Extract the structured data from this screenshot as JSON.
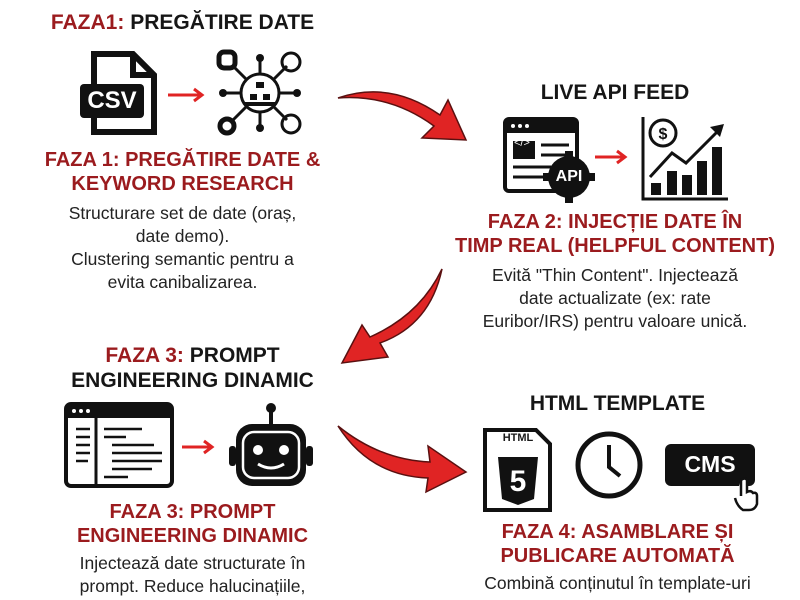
{
  "phase1": {
    "header_prefix": "FAZA1:",
    "header_rest": "PREGĂTIRE DATE",
    "csv_label": "CSV",
    "title_line1": "FAZA 1: PREGĂTIRE DATE &",
    "title_line2": "KEYWORD RESEARCH",
    "body": [
      "Structurare set de date (oraș,",
      "date demo).",
      "Clustering semantic pentru a",
      "evita canibalizarea."
    ]
  },
  "phase2": {
    "header": "LIVE API FEED",
    "api_label": "API",
    "code_label": "</>",
    "title_line1": "FAZA 2: INJECȚIE DATE ÎN",
    "title_line2": "TIMP REAL (HELPFUL CONTENT)",
    "body": [
      "Evită \"Thin Content\". Injectează",
      "date actualizate (ex: rate",
      "Euribor/IRS) pentru valoare unică."
    ]
  },
  "phase3": {
    "header_prefix": "FAZA 3:",
    "header_rest": "PROMPT",
    "header_line2": "ENGINEERING DINAMIC",
    "title_line1": "FAZA 3: PROMPT",
    "title_line2": "ENGINEERING DINAMIC",
    "body": [
      "Injectează date structurate în",
      "prompt. Reduce halucinațiile,"
    ]
  },
  "phase4": {
    "header": "HTML TEMPLATE",
    "html_label": "HTML",
    "cms_label": "CMS",
    "title_line1": "FAZA 4: ASAMBLARE ȘI",
    "title_line2": "PUBLICARE AUTOMATĂ",
    "body": [
      "Combină conținutul în template-uri"
    ]
  },
  "colors": {
    "accent": "#9b1b1e",
    "arrow": "#e02424",
    "icon": "#111111"
  }
}
